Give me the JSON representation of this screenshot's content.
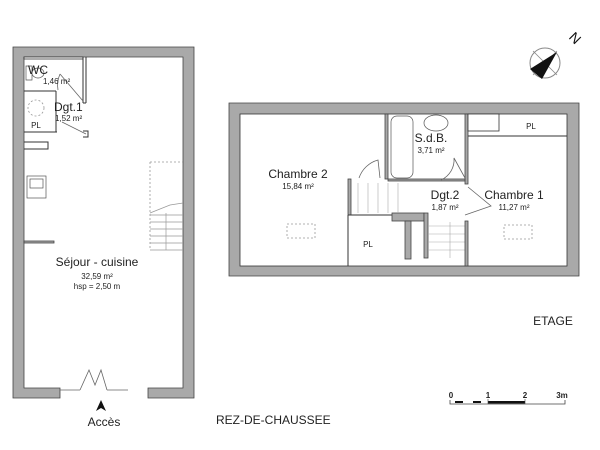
{
  "plan": {
    "levels": [
      {
        "name": "REZ-DE-CHAUSSEE",
        "rooms": [
          {
            "name": "WC",
            "area": "1,46 m²"
          },
          {
            "name": "Dgt.1",
            "area": "1,52 m²"
          },
          {
            "name": "Séjour - cuisine",
            "area": "32,59 m²",
            "height": "hsp = 2,50 m"
          }
        ],
        "fixtures": {
          "closet": "PL"
        },
        "entrance": "Accès"
      },
      {
        "name": "ETAGE",
        "rooms": [
          {
            "name": "Chambre 2",
            "area": "15,84 m²"
          },
          {
            "name": "S.d.B.",
            "area": "3,71 m²"
          },
          {
            "name": "Dgt.2",
            "area": "1,87 m²"
          },
          {
            "name": "Chambre 1",
            "area": "11,27 m²"
          }
        ],
        "fixtures": {
          "closet_a": "PL",
          "closet_b": "PL"
        }
      }
    ],
    "compass": {
      "label": "N"
    },
    "scale": {
      "ticks": [
        "0",
        "1",
        "2",
        "3m"
      ]
    }
  }
}
